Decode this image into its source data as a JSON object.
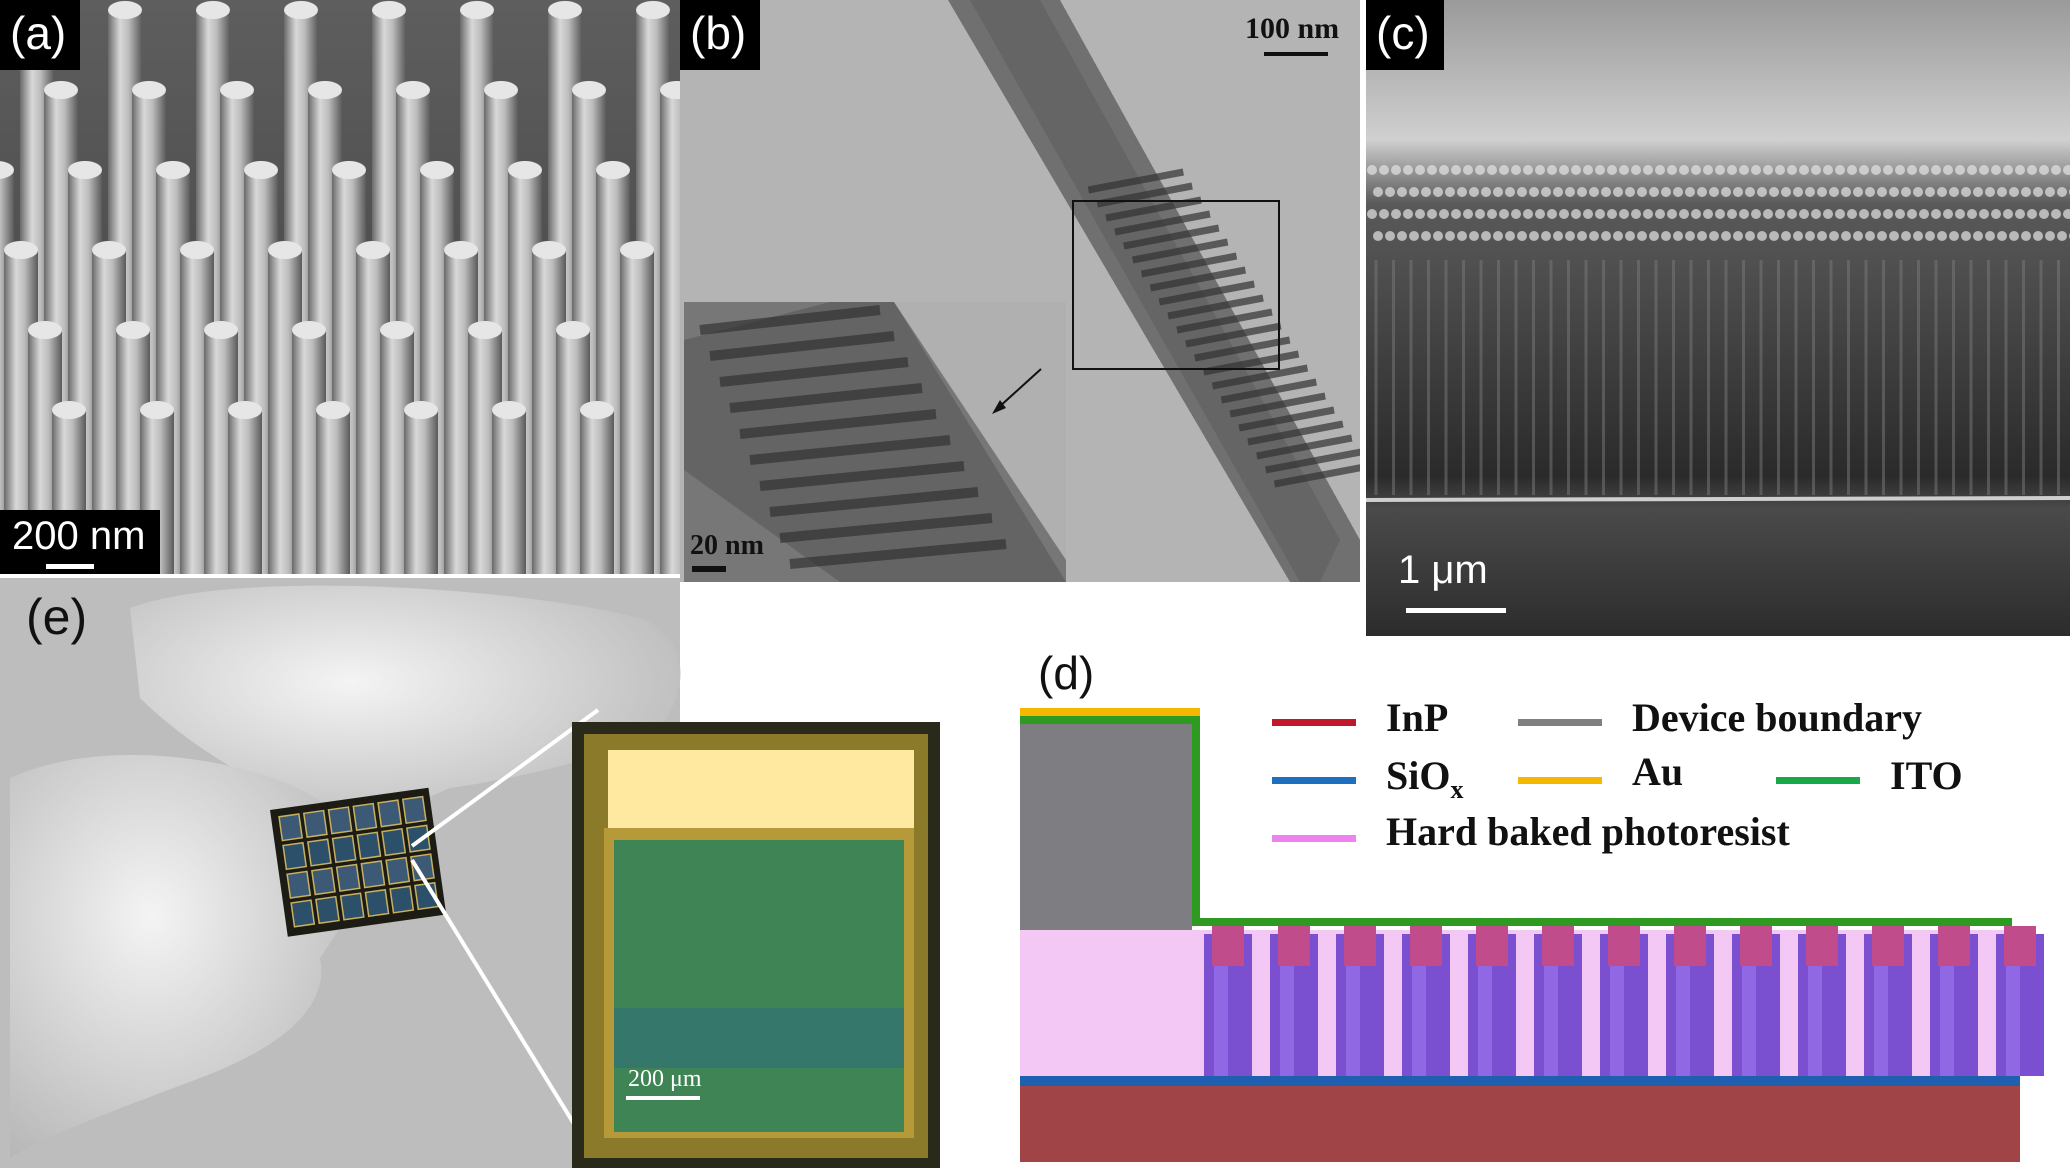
{
  "panels": {
    "a": {
      "tag": "(a)",
      "scale": "200 nm"
    },
    "b": {
      "tag": "(b)",
      "scale_main": "100 nm",
      "scale_inset": "20 nm"
    },
    "c": {
      "tag": "(c)",
      "scale": "1 μm"
    },
    "d": {
      "tag": "(d)",
      "legend": [
        {
          "label": "InP",
          "color": "#c0182a"
        },
        {
          "label": "Device boundary",
          "color": "#808080"
        },
        {
          "label": "SiO",
          "sub": "x",
          "color": "#1f6fc0"
        },
        {
          "label": "Au",
          "color": "#f5b800"
        },
        {
          "label": "ITO",
          "color": "#18a84a"
        },
        {
          "label": "Hard baked photoresist",
          "color": "#ee82ee"
        }
      ]
    },
    "e": {
      "tag": "(e)",
      "scale": "200 μm"
    }
  }
}
